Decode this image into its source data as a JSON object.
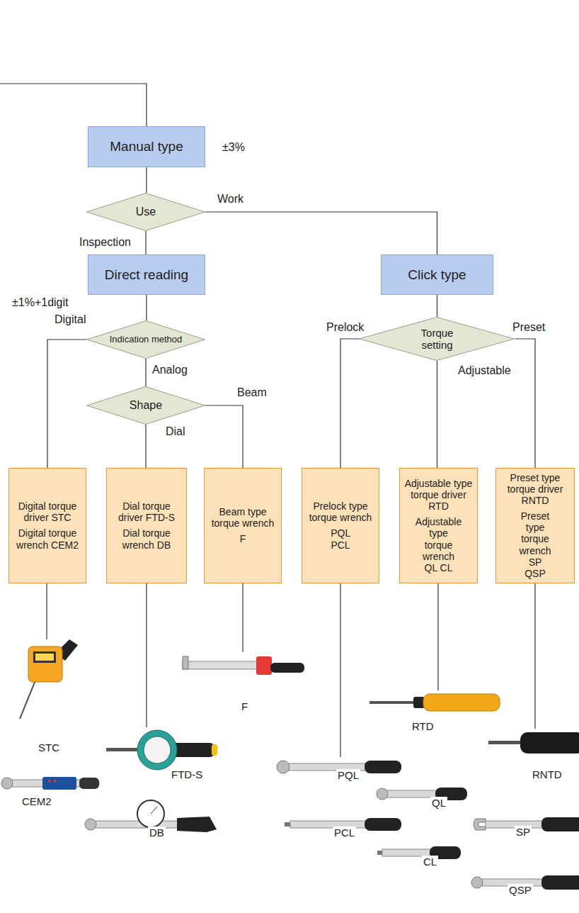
{
  "diagram": {
    "nodes": [
      {
        "text": [
          "Manual type"
        ]
      },
      {
        "text": [
          "Use"
        ]
      },
      {
        "text": [
          "Direct reading"
        ]
      },
      {
        "text": [
          "Click type"
        ]
      },
      {
        "text": [
          "Indication method"
        ]
      },
      {
        "text": [
          "Torque setting"
        ]
      },
      {
        "text": [
          "Shape"
        ]
      },
      {
        "text": [
          "Digital torque driver STC",
          "Digital torque wrench CEM2"
        ]
      },
      {
        "text": [
          "Dial torque driver FTD-S",
          "Dial torque wrench DB"
        ]
      },
      {
        "text": [
          "Beam type torque wrench",
          "F"
        ]
      },
      {
        "text": [
          "Prelock type torque wrench",
          "PQL PCL"
        ]
      },
      {
        "text": [
          "Adjustable type torque driver RTD",
          "Adjustable type torque wrench QL CL"
        ]
      },
      {
        "text": [
          "Preset type torque driver RNTD",
          "Preset type torque wrench SP QSP"
        ]
      }
    ],
    "edges": [
      {
        "from": 0,
        "to": 1,
        "arrow": "none"
      },
      {
        "from": 1,
        "to": 2,
        "label": "Inspection",
        "arrow": "none"
      },
      {
        "from": 1,
        "to": 3,
        "label": "Work",
        "arrow": "none"
      },
      {
        "from": 2,
        "to": 4,
        "arrow": "none"
      },
      {
        "from": 3,
        "to": 5,
        "arrow": "none"
      },
      {
        "from": 4,
        "to": 7,
        "label": "Digital",
        "arrow": "none"
      },
      {
        "from": 4,
        "to": 6,
        "label": "Analog",
        "arrow": "none"
      },
      {
        "from": 6,
        "to": 8,
        "label": "Dial",
        "arrow": "none"
      },
      {
        "from": 6,
        "to": 9,
        "label": "Beam",
        "arrow": "none"
      },
      {
        "from": 5,
        "to": 10,
        "label": "Prelock",
        "arrow": "none"
      },
      {
        "from": 5,
        "to": 11,
        "label": "Adjustable",
        "arrow": "none"
      },
      {
        "from": 5,
        "to": 12,
        "label": "Preset",
        "arrow": "none"
      }
    ],
    "labels": [
      "±3%",
      "±1%+1digit",
      "STC",
      "F",
      "RTD",
      "FTD-S",
      "PQL",
      "RNTD",
      "CEM2",
      "QL",
      "SP",
      "DB",
      "PCL",
      "CL",
      "QSP"
    ]
  }
}
